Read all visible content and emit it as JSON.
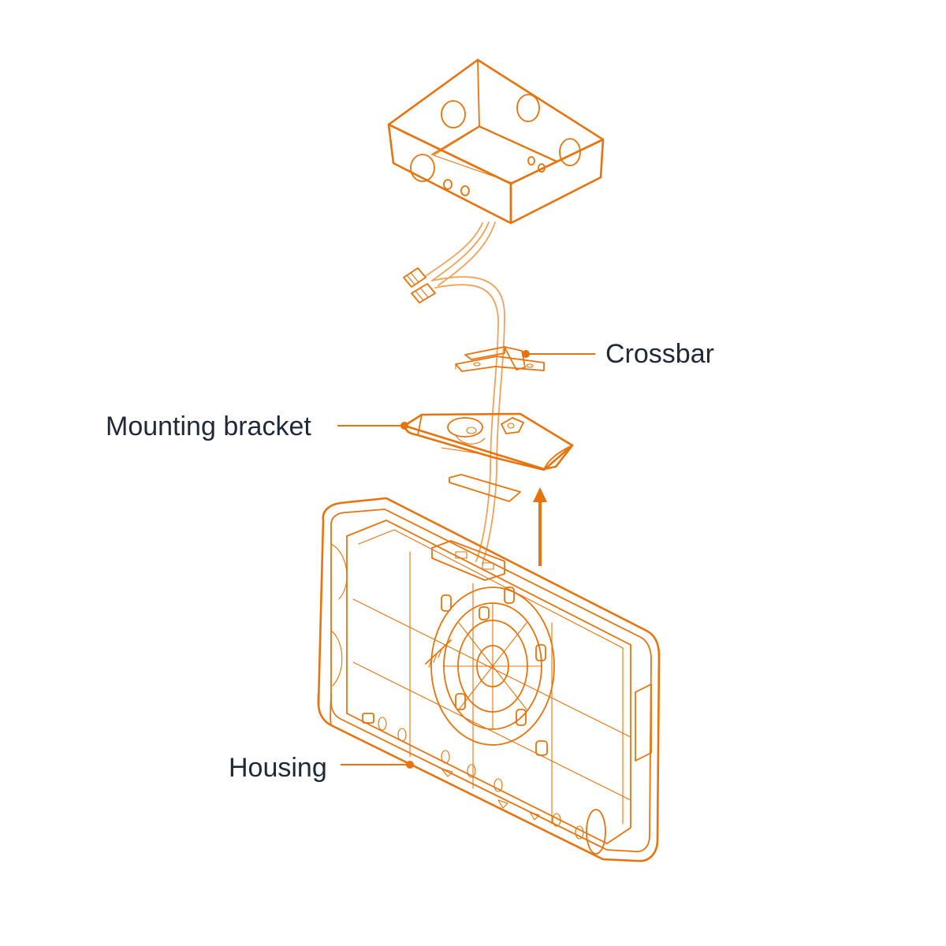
{
  "colors": {
    "accent": "#e8730c",
    "light": "#f0a25a",
    "text": "#1f2937",
    "background": "#ffffff"
  },
  "labels": {
    "crossbar": "Crossbar",
    "mounting_bracket": "Mounting bracket",
    "housing": "Housing"
  }
}
